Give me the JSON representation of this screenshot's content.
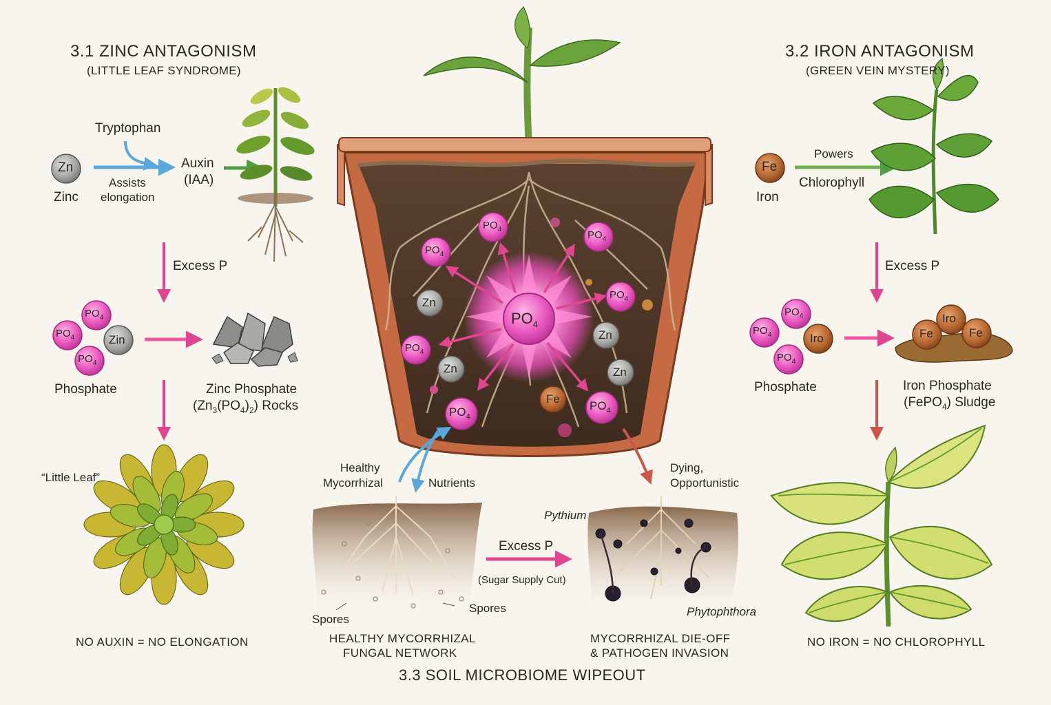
{
  "zinc": {
    "title": "3.1 ZINC ANTAGONISM",
    "subtitle": "(LITTLE LEAF SYNDROME)",
    "zn_symbol": "Zn",
    "zn_label": "Zinc",
    "tryptophan": "Tryptophan",
    "assists": "Assists",
    "elongation": "elongation",
    "auxin": "Auxin",
    "iaa": "(IAA)",
    "excess_p": "Excess P",
    "po4": "PO",
    "po4_sub": "4",
    "zin": "Zin",
    "phosphate": "Phosphate",
    "product_line1": "Zinc Phosphate",
    "product_line2_a": "(Zn",
    "product_line2_b": "3",
    "product_line2_c": "(PO",
    "product_line2_d": "4",
    "product_line2_e": ")",
    "product_line2_f": "2",
    "product_line2_g": ") Rocks",
    "little_leaf": "“Little Leaf”",
    "caption": "NO AUXIN = NO ELONGATION"
  },
  "iron": {
    "title": "3.2 IRON ANTAGONISM",
    "subtitle": "(GREEN VEIN MYSTERY)",
    "fe_symbol": "Fe",
    "fe_label": "Iron",
    "powers": "Powers",
    "chlorophyll": "Chlorophyll",
    "excess_p": "Excess P",
    "iro": "Iro",
    "phosphate": "Phosphate",
    "product_line1": "Iron Phosphate",
    "product_line2": "(FePO",
    "product_line2_sub": "4",
    "product_line2_end": ") Sludge",
    "sludge_iro": "Iro",
    "sludge_fe": "Fe",
    "caption": "NO IRON = NO CHLOROPHYLL"
  },
  "soil": {
    "center_po4": "PO",
    "center_sub": "4",
    "zn": "Zn",
    "fe": "Fe",
    "healthy_line1": "Healthy",
    "healthy_line2": "Mycorrhizal",
    "nutrients": "Nutrients",
    "dying_line1": "Dying,",
    "dying_line2": "Opportunistic",
    "pythium": "Pythium",
    "phytophthora": "Phytophthora",
    "spores": "Spores",
    "excess_p": "Excess P",
    "sugar": "(Sugar Supply Cut)",
    "healthy_caption_1": "HEALTHY MYCORRHIZAL",
    "healthy_caption_2": "FUNGAL NETWORK",
    "dieoff_caption_1": "MYCORRHIZAL DIE-OFF",
    "dieoff_caption_2": "& PATHOGEN INVASION",
    "section_title": "3.3 SOIL MICROBIOME WIPEOUT"
  },
  "colors": {
    "pink": "#e64fb6",
    "pink_light": "#f7a6dc",
    "zinc_gray": "#9a9a98",
    "iron_brown": "#b0642e",
    "soil_dark": "#4a3526",
    "pot": "#c9704a",
    "leaf_green": "#5f9a35",
    "arrow_blue": "#6fb3e0",
    "arrow_green": "#5fae4e"
  }
}
